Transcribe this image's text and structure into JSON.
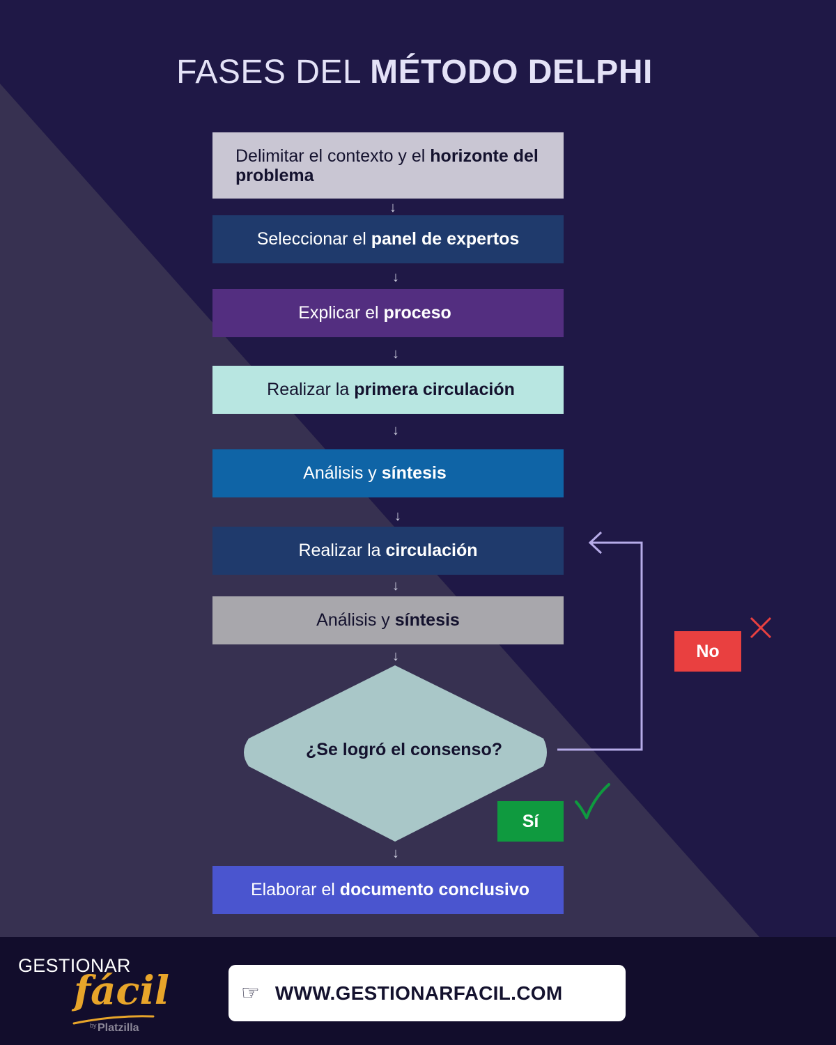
{
  "title": {
    "regular": "FASES DEL ",
    "bold": "MÉTODO DELPHI"
  },
  "steps": [
    {
      "text": "Delimitar el contexto y el ",
      "bold": "horizonte del problema"
    },
    {
      "text": "Seleccionar el ",
      "bold": "panel de expertos"
    },
    {
      "text": "Explicar el ",
      "bold": "proceso"
    },
    {
      "text": "Realizar la ",
      "bold": "primera circulación"
    },
    {
      "text": "Análisis y ",
      "bold": "síntesis"
    },
    {
      "text": "Realizar la ",
      "bold": "circulación"
    },
    {
      "text": "Análisis y ",
      "bold": "síntesis"
    },
    {
      "text": "Elaborar el ",
      "bold": "documento conclusivo"
    }
  ],
  "decision": "¿Se logró el consenso?",
  "no_label": "No",
  "yes_label": "Sí",
  "arrow_glyph": "↓",
  "logo": {
    "line1": "GESTIONAR",
    "line2": "fácil",
    "by": "by",
    "brand": "Platzilla"
  },
  "url": "WWW.GESTIONARFACIL.COM",
  "colors": {
    "background_dark": "#1f1846",
    "background_light": "#373151",
    "no_red": "#e94040",
    "yes_green": "#0f9a3f",
    "logo_yellow": "#e8a52a"
  }
}
